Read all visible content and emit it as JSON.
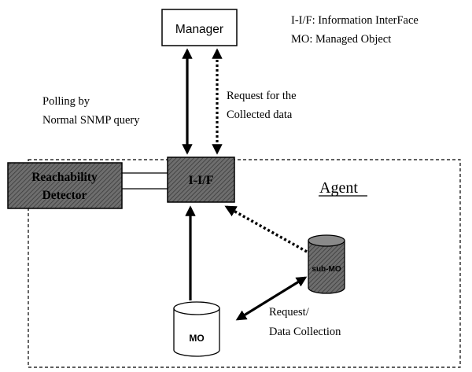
{
  "legend": {
    "iif": "I-I/F: Information InterFace",
    "mo": "MO: Managed Object"
  },
  "nodes": {
    "manager": "Manager",
    "reachability_line1": "Reachability",
    "reachability_line2": "Detector",
    "iif": "I-I/F",
    "agent": "Agent",
    "submo": "sub-MO",
    "mo": "MO"
  },
  "labels": {
    "polling_line1": "Polling by",
    "polling_line2": "Normal SNMP query",
    "request_line1": "Request for the",
    "request_line2": "Collected data",
    "collection_line1": "Request/",
    "collection_line2": "Data Collection"
  }
}
